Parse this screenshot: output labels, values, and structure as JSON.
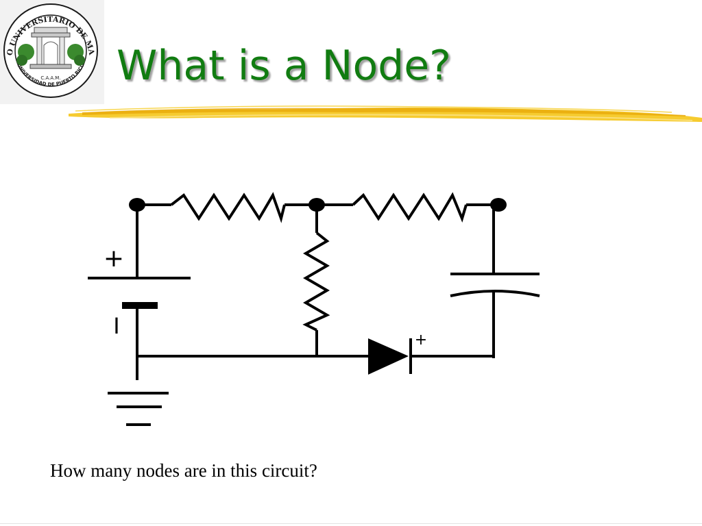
{
  "slide": {
    "title": "What is a Node?",
    "question": "How many nodes are in this circuit?",
    "title_color": "#117c11",
    "highlight_color": "#f5c518"
  },
  "logo": {
    "top_text": "RECINTO UNIVERSITARIO DE MAYAGÜEZ",
    "bottom_text": "UNIVERSIDAD DE PUERTO RICO",
    "inner_text": "C.A.A.M."
  },
  "circuit": {
    "battery_plus": "+",
    "battery_minus": "I",
    "diode_plus": "+"
  }
}
